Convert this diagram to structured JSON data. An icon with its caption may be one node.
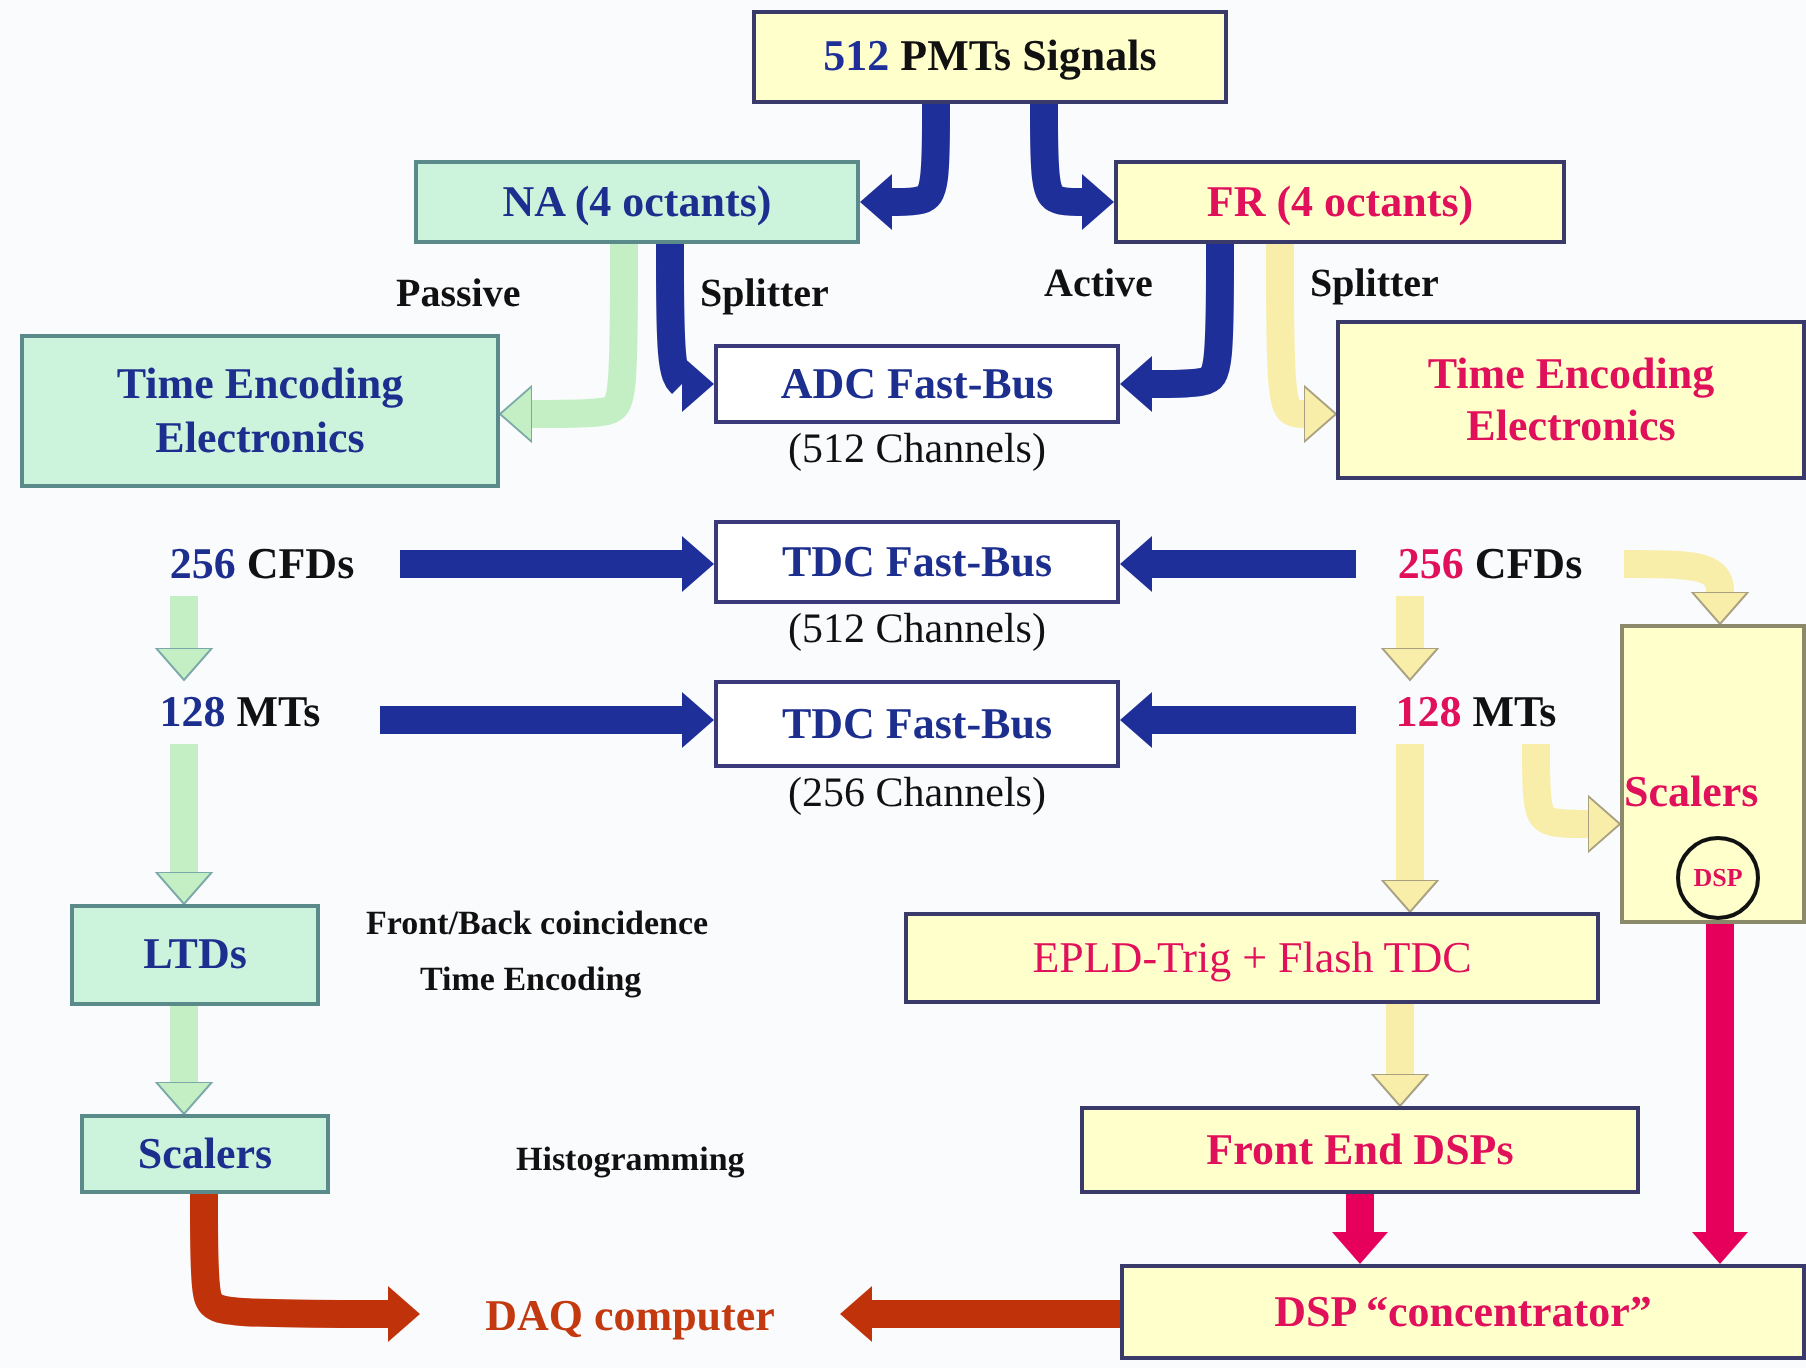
{
  "diagram": {
    "nodes": [
      {
        "text": [
          "512 PMTs Signals"
        ]
      },
      {
        "text": [
          "NA (4 octants)"
        ]
      },
      {
        "text": [
          "FR (4 octants)"
        ]
      },
      {
        "text": [
          "Time Encoding Electronics"
        ]
      },
      {
        "text": [
          "ADC Fast-Bus"
        ],
        "beside": [
          "(512 Channels)"
        ]
      },
      {
        "text": [
          "Time Encoding Electronics"
        ]
      },
      {
        "text": [
          "256 CFDs"
        ]
      },
      {
        "text": [
          "TDC Fast-Bus"
        ],
        "beside": [
          "(512 Channels)"
        ]
      },
      {
        "text": [
          "256 CFDs"
        ]
      },
      {
        "text": [
          "128 MTs"
        ]
      },
      {
        "text": [
          "TDC Fast-Bus"
        ],
        "beside": [
          "(256 Channels)"
        ]
      },
      {
        "text": [
          "128 MTs"
        ]
      },
      {
        "text": [
          "Scalers"
        ]
      },
      {
        "text": [
          "DSP"
        ],
        "in": 12
      },
      {
        "text": [
          "LTDs"
        ]
      },
      {
        "text": [
          "EPLD-Trig + Flash TDC"
        ]
      },
      {
        "text": [
          "Scalers"
        ]
      },
      {
        "text": [
          "Front End DSPs"
        ]
      },
      {
        "text": [
          "DAQ computer"
        ]
      },
      {
        "text": [
          "DSP “concentrator”"
        ]
      }
    ],
    "edges": [
      {
        "from": 0,
        "to": 1,
        "arrow": "to"
      },
      {
        "from": 0,
        "to": 2,
        "arrow": "to"
      },
      {
        "from": 1,
        "to": 4,
        "arrow": "to"
      },
      {
        "from": 1,
        "to": 3,
        "arrow": "to",
        "color": "#c4efc4"
      },
      {
        "from": 2,
        "to": 4,
        "arrow": "to"
      },
      {
        "from": 2,
        "to": 5,
        "arrow": "to",
        "color": "#f8eeaa"
      },
      {
        "from": 6,
        "to": 7,
        "arrow": "to"
      },
      {
        "from": 8,
        "to": 7,
        "arrow": "to"
      },
      {
        "from": 9,
        "to": 10,
        "arrow": "to"
      },
      {
        "from": 11,
        "to": 10,
        "arrow": "to"
      },
      {
        "from": 6,
        "to": 9,
        "arrow": "to",
        "color": "#c4efc4"
      },
      {
        "from": 8,
        "to": 11,
        "arrow": "to",
        "color": "#f8eeaa"
      },
      {
        "from": 8,
        "to": 12,
        "arrow": "to",
        "color": "#f8eeaa"
      },
      {
        "from": 9,
        "to": 14,
        "arrow": "to",
        "color": "#c4efc4"
      },
      {
        "from": 11,
        "to": 15,
        "arrow": "to",
        "color": "#f8eeaa"
      },
      {
        "from": 11,
        "to": 12,
        "arrow": "to",
        "color": "#f8eeaa"
      },
      {
        "from": 14,
        "to": 16,
        "arrow": "to",
        "color": "#c4efc4"
      },
      {
        "from": 15,
        "to": 17,
        "arrow": "to",
        "color": "#f8eeaa"
      },
      {
        "from": 17,
        "to": 19,
        "arrow": "to",
        "color": "#e6005c"
      },
      {
        "from": 12,
        "to": 19,
        "arrow": "to",
        "color": "#e6005c"
      },
      {
        "from": 16,
        "to": 18,
        "arrow": "to",
        "color": "#c0320a"
      },
      {
        "from": 19,
        "to": 18,
        "arrow": "to",
        "color": "#c0320a"
      }
    ],
    "labels": [
      "Passive",
      "Splitter",
      "Active",
      "Splitter",
      "Front/Back coincidence",
      "Time Encoding",
      "Histogramming"
    ]
  }
}
